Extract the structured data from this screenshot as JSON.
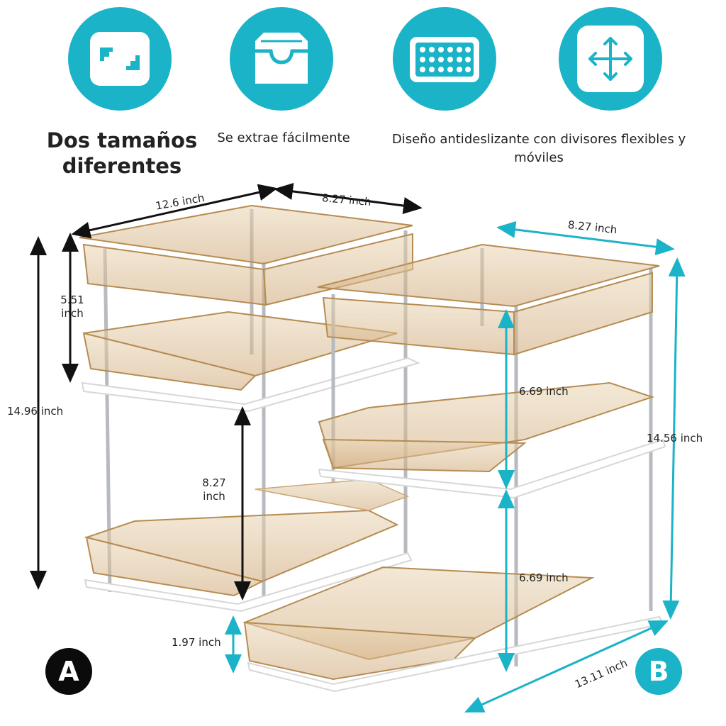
{
  "features": [
    {
      "icon": "two-sizes-icon",
      "label": "Dos tamaños diferentes"
    },
    {
      "icon": "drawer-tray-icon",
      "label": "Se extrae fácilmente"
    },
    {
      "icon": "anti-slip-mat-icon",
      "label": "Diseño antideslizante con divisores flexibles y móviles"
    }
  ],
  "feature_icon_4": "move-arrows-icon",
  "product_a": {
    "badge": "A",
    "width": "12.6 inch",
    "depth": "8.27 inch",
    "total_height": "14.96 inch",
    "upper_gap_value": "5.51",
    "upper_gap_unit": "inch",
    "lower_gap_value": "8.27",
    "lower_gap_unit": "inch"
  },
  "product_b": {
    "badge": "B",
    "width": "8.27 inch",
    "depth": "13.11 inch",
    "total_height": "14.56 inch",
    "upper_gap": "6.69 inch",
    "lower_gap": "6.69 inch",
    "base_height": "1.97 inch"
  },
  "colors": {
    "accent": "#1ab3c8",
    "badge_a": "#0b0b0b",
    "tray": "#d8b98a",
    "frame": "#b0b4b8"
  }
}
